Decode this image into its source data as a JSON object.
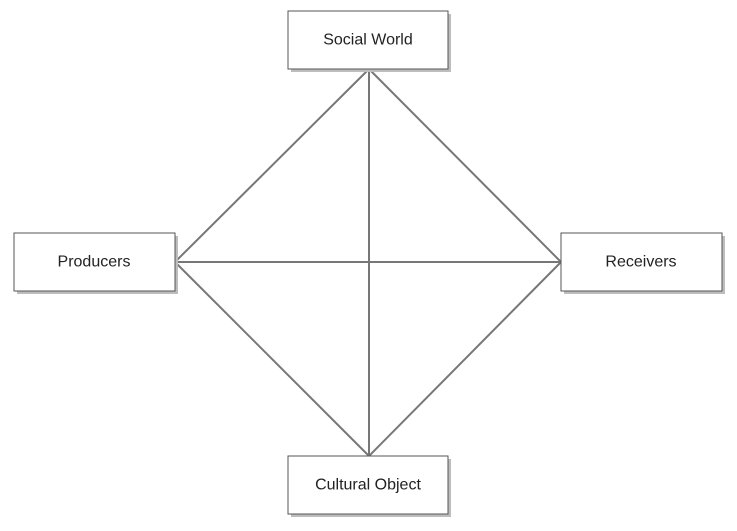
{
  "diagram": {
    "nodes": {
      "social_world": {
        "label": "Social World"
      },
      "producers": {
        "label": "Producers"
      },
      "receivers": {
        "label": "Receivers"
      },
      "cultural_object": {
        "label": "Cultural Object"
      }
    },
    "edges": [
      [
        "social_world",
        "producers"
      ],
      [
        "social_world",
        "receivers"
      ],
      [
        "social_world",
        "cultural_object"
      ],
      [
        "producers",
        "receivers"
      ],
      [
        "producers",
        "cultural_object"
      ],
      [
        "receivers",
        "cultural_object"
      ]
    ],
    "colors": {
      "edge": "#777777",
      "box_border": "#555555",
      "box_shadow": "#bdbdbd",
      "text": "#222222"
    }
  }
}
